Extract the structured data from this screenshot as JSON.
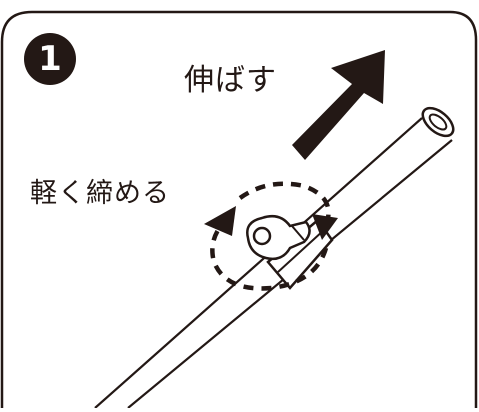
{
  "step": {
    "number": "1"
  },
  "labels": {
    "extend": "伸ばす",
    "tighten": "軽く締める"
  },
  "colors": {
    "ink": "#231815",
    "background": "#ffffff"
  },
  "icons": {
    "extend_arrow": "arrow-up-right-icon",
    "rotation_arrows": "rotate-arrows-icon"
  }
}
